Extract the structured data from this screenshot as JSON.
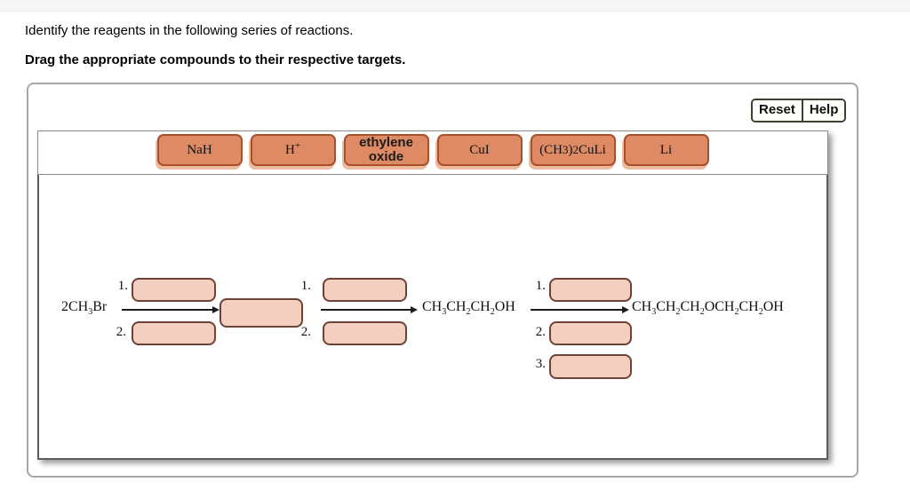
{
  "page": {
    "instruction": "Identify the reagents in the following series of reactions.",
    "drag_hint": "Drag the appropriate compounds to their respective targets."
  },
  "toolbar": {
    "reset": "Reset",
    "help": "Help"
  },
  "chips": [
    {
      "name": "NaH",
      "segments": [
        {
          "t": "NaH"
        }
      ]
    },
    {
      "name": "H+",
      "segments": [
        {
          "t": "H"
        },
        {
          "t": "+",
          "sup": true
        }
      ]
    },
    {
      "name": "ethylene oxide",
      "lines": [
        "ethylene",
        "oxide"
      ]
    },
    {
      "name": "CuI",
      "segments": [
        {
          "t": "CuI"
        }
      ]
    },
    {
      "name": "(CH3)2CuLi",
      "segments": [
        {
          "t": "(CH"
        },
        {
          "t": "3",
          "small": true
        },
        {
          "t": ")"
        },
        {
          "t": "2",
          "small": true
        },
        {
          "t": "CuLi"
        }
      ]
    },
    {
      "name": "Li",
      "segments": [
        {
          "t": "Li"
        }
      ]
    }
  ],
  "scheme": {
    "reactant": {
      "name": "2CH3Br",
      "segments": [
        {
          "t": "2CH"
        },
        {
          "t": "3",
          "sub": true
        },
        {
          "t": "Br"
        }
      ]
    },
    "product1": {
      "name": "CH3CH2CH2OH",
      "segments": [
        {
          "t": "CH"
        },
        {
          "t": "3",
          "sub": true
        },
        {
          "t": "CH"
        },
        {
          "t": "2",
          "sub": true
        },
        {
          "t": "CH"
        },
        {
          "t": "2",
          "sub": true
        },
        {
          "t": "OH"
        }
      ]
    },
    "product2": {
      "name": "CH3CH2CH2OCH2CH2OH",
      "segments": [
        {
          "t": "CH"
        },
        {
          "t": "3",
          "sub": true
        },
        {
          "t": "CH"
        },
        {
          "t": "2",
          "sub": true
        },
        {
          "t": "CH"
        },
        {
          "t": "2",
          "sub": true
        },
        {
          "t": "OCH"
        },
        {
          "t": "2",
          "sub": true
        },
        {
          "t": "CH"
        },
        {
          "t": "2",
          "sub": true
        },
        {
          "t": "OH"
        }
      ]
    },
    "step1": {
      "target_labels": [
        "1.",
        "2."
      ]
    },
    "step2": {
      "target_labels": [
        "1.",
        "2."
      ]
    },
    "step3": {
      "target_labels": [
        "1.",
        "2.",
        "3."
      ]
    }
  },
  "colors": {
    "chip_fill": "#de8a64",
    "chip_border": "#a8502b",
    "chip_shadow": "#eebb9f",
    "target_fill": "#f3cfbf",
    "target_border": "#6d4238",
    "panel_border": "#a6a6a6",
    "button_border": "#3f3f30"
  }
}
